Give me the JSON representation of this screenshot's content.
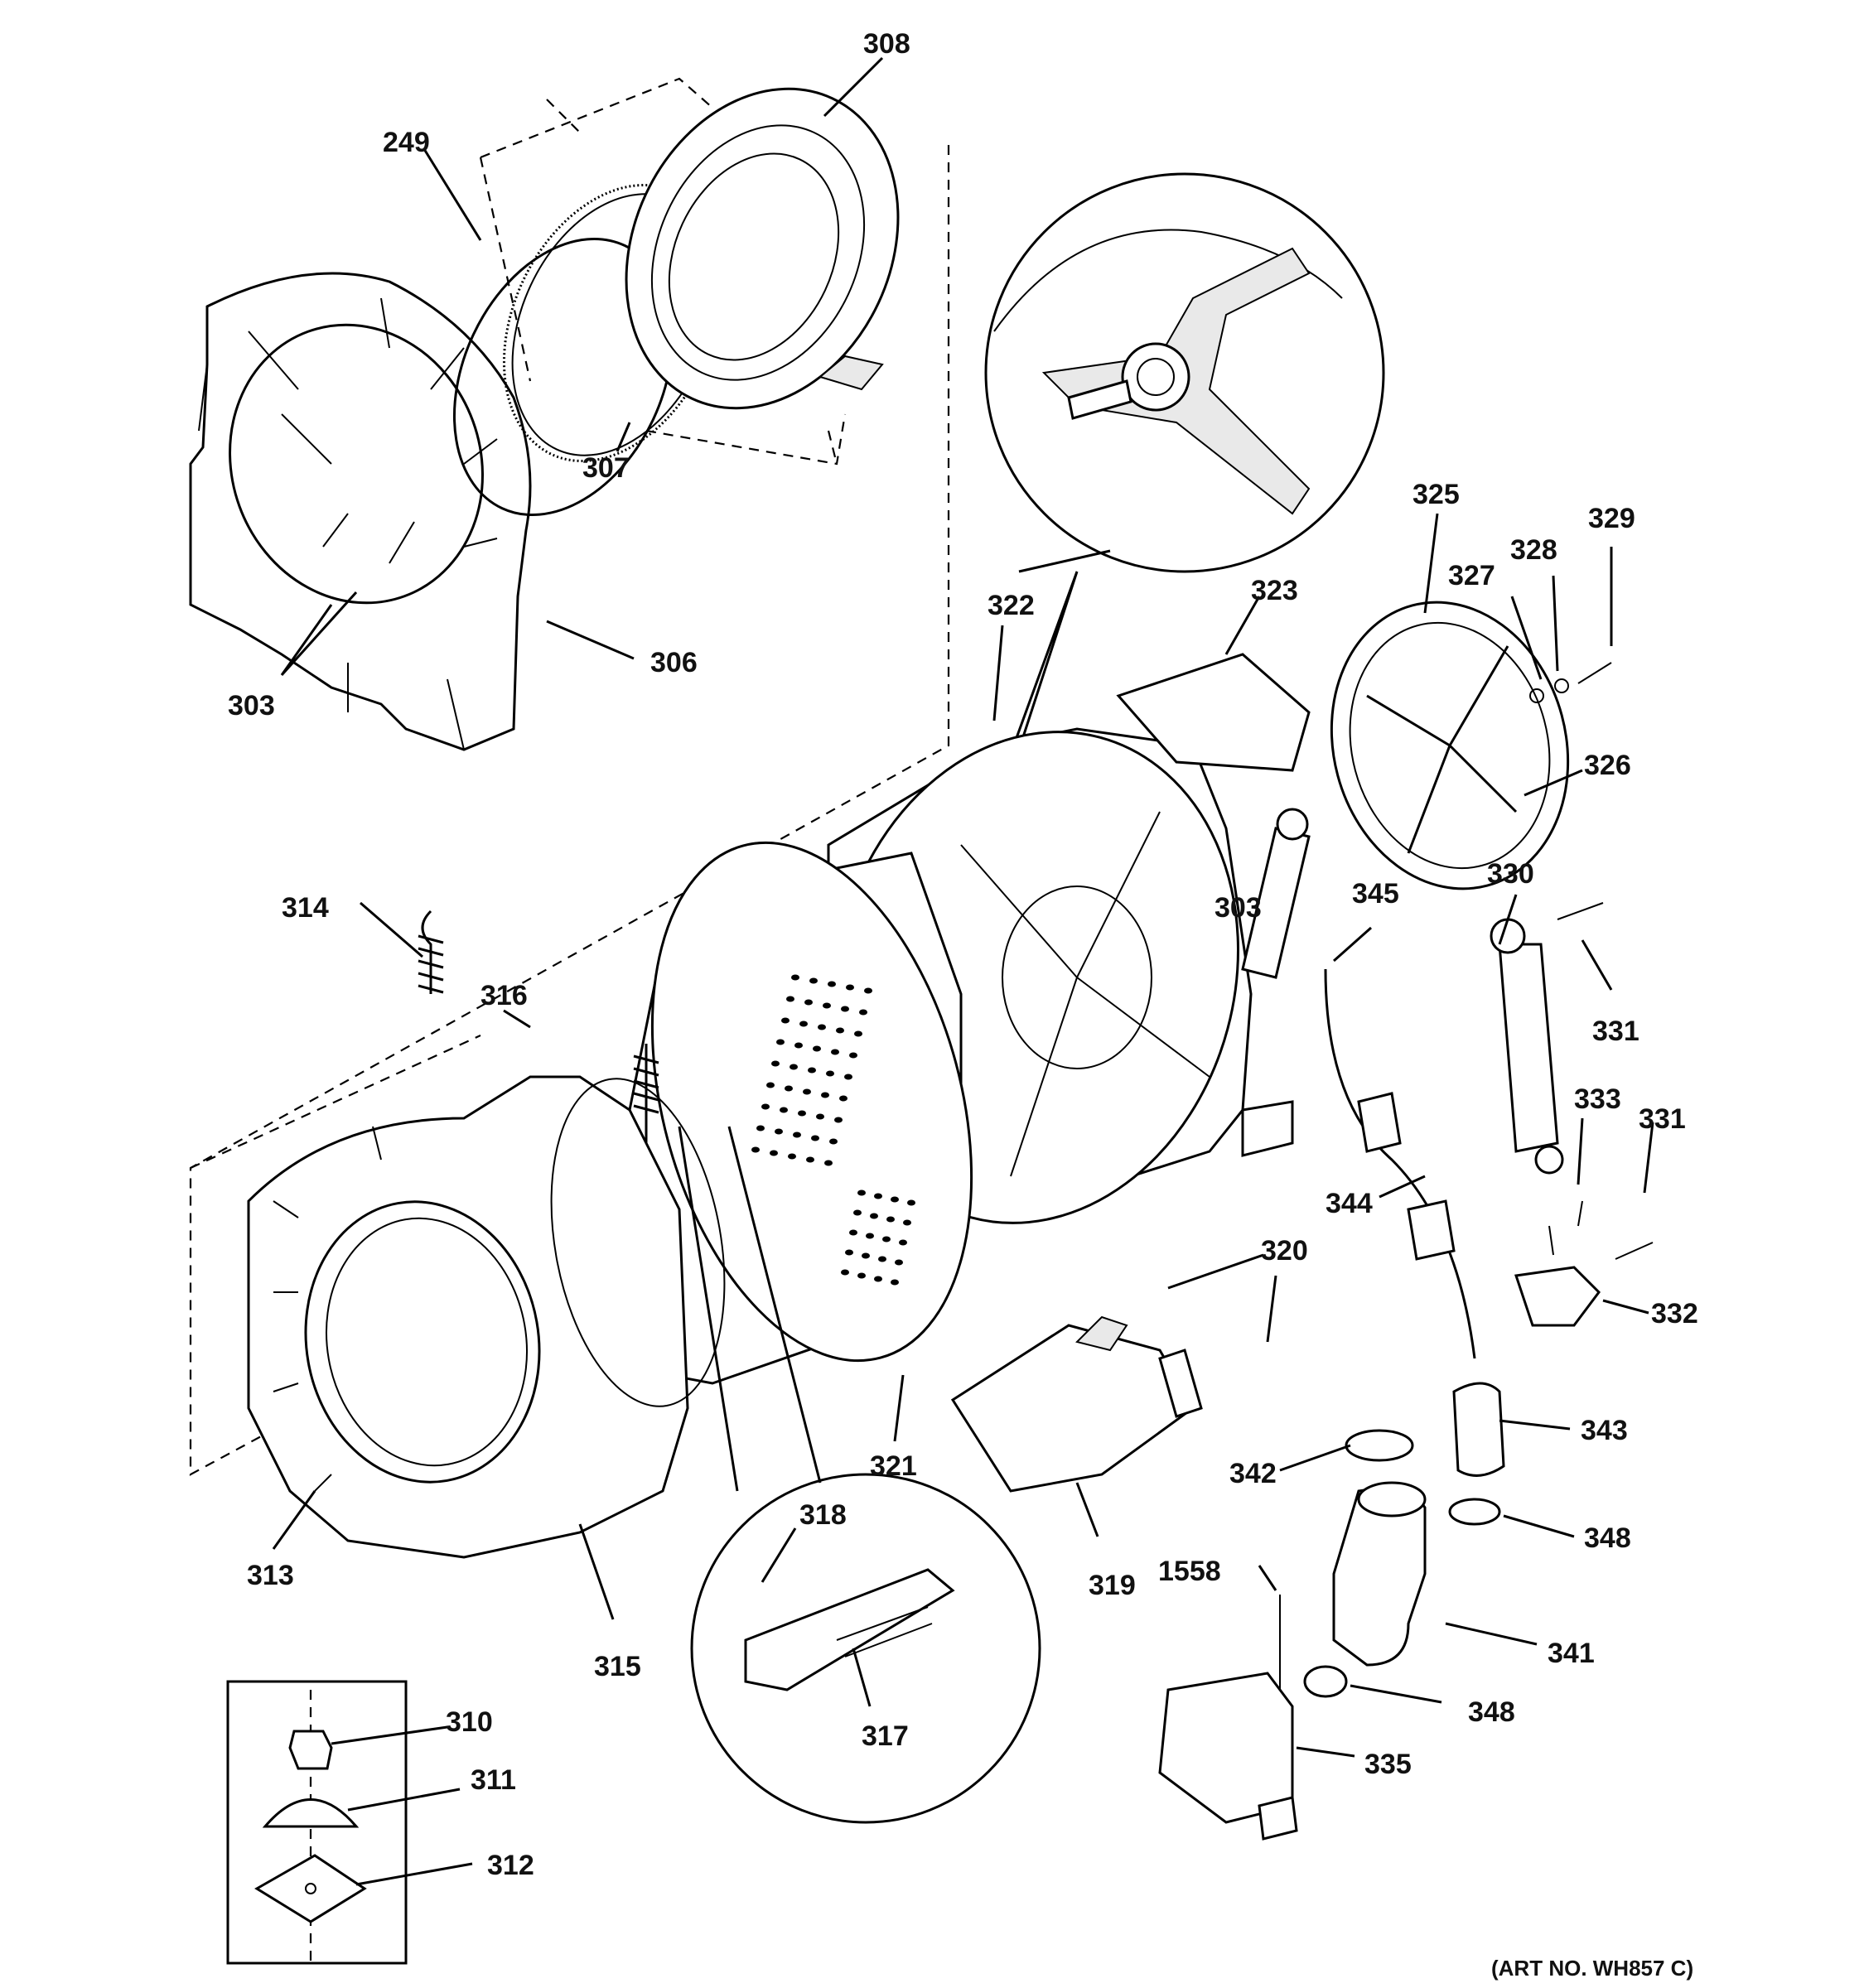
{
  "diagram": {
    "art_number": "(ART NO. WH857 C)",
    "callouts": {
      "c308": "308",
      "c249": "249",
      "c307": "307",
      "c306": "306",
      "c303a": "303",
      "c322": "322",
      "c323": "323",
      "c303b": "303",
      "c325": "325",
      "c327": "327",
      "c328": "328",
      "c329": "329",
      "c326": "326",
      "c330": "330",
      "c331a": "331",
      "c345": "345",
      "c333": "333",
      "c331b": "331",
      "c344": "344",
      "c332": "332",
      "c320": "320",
      "c343": "343",
      "c342": "342",
      "c348a": "348",
      "c348b": "348",
      "c341": "341",
      "c335": "335",
      "c1558": "1558",
      "c319": "319",
      "c321": "321",
      "c314": "314",
      "c316": "316",
      "c313": "313",
      "c315": "315",
      "c318": "318",
      "c317": "317",
      "c310": "310",
      "c311": "311",
      "c312": "312"
    }
  }
}
